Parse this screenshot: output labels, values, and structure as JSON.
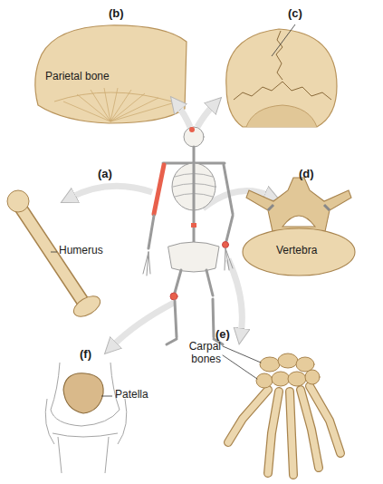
{
  "diagram": {
    "labels": [
      "(b)",
      "(c)",
      "Parietal bone",
      "(a)",
      "Humerus",
      "(d)",
      "Vertebra",
      "(e)",
      "Carpal bones",
      "(f)",
      "Patella"
    ]
  }
}
